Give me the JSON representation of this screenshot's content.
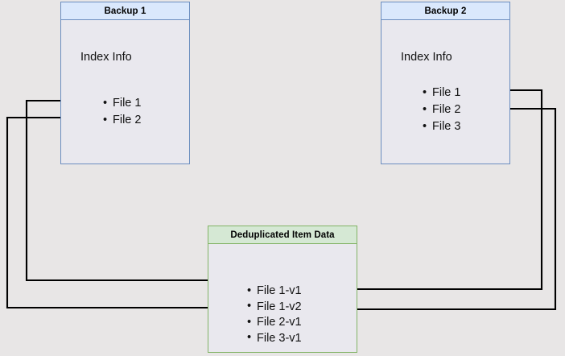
{
  "diagram": {
    "title_semantic": "backup-deduplication-diagram",
    "background_color": "#e8e6e6",
    "nodes": [
      {
        "id": "backup1",
        "header": "Backup 1",
        "body_label": "Index Info",
        "header_fill": "#dae8fc",
        "border_color": "#6c8ebf",
        "items": [
          "File 1",
          "File 2"
        ]
      },
      {
        "id": "backup2",
        "header": "Backup 2",
        "body_label": "Index Info",
        "header_fill": "#dae8fc",
        "border_color": "#6c8ebf",
        "items": [
          "File 1",
          "File 2",
          "File 3"
        ]
      },
      {
        "id": "dedup",
        "header": "Deduplicated Item Data",
        "header_fill": "#d5e8d4",
        "border_color": "#82b366",
        "items": [
          "File 1-v1",
          "File 1-v2",
          "File 2-v1",
          "File 3-v1"
        ]
      }
    ],
    "edges": [
      {
        "from": "backup1.File 1",
        "to": "dedup.File 1-v1",
        "direction": "right",
        "route": "left-around"
      },
      {
        "from": "backup1.File 2",
        "to": "dedup.File 2-v1",
        "direction": "right",
        "route": "left-around"
      },
      {
        "from": "backup2.File 1",
        "to": "dedup.File 1-v2",
        "direction": "left",
        "route": "right-around"
      },
      {
        "from": "backup2.File 2",
        "to": "dedup.File 2-v1",
        "direction": "left",
        "route": "right-around"
      }
    ],
    "edge_color": "#000000"
  }
}
